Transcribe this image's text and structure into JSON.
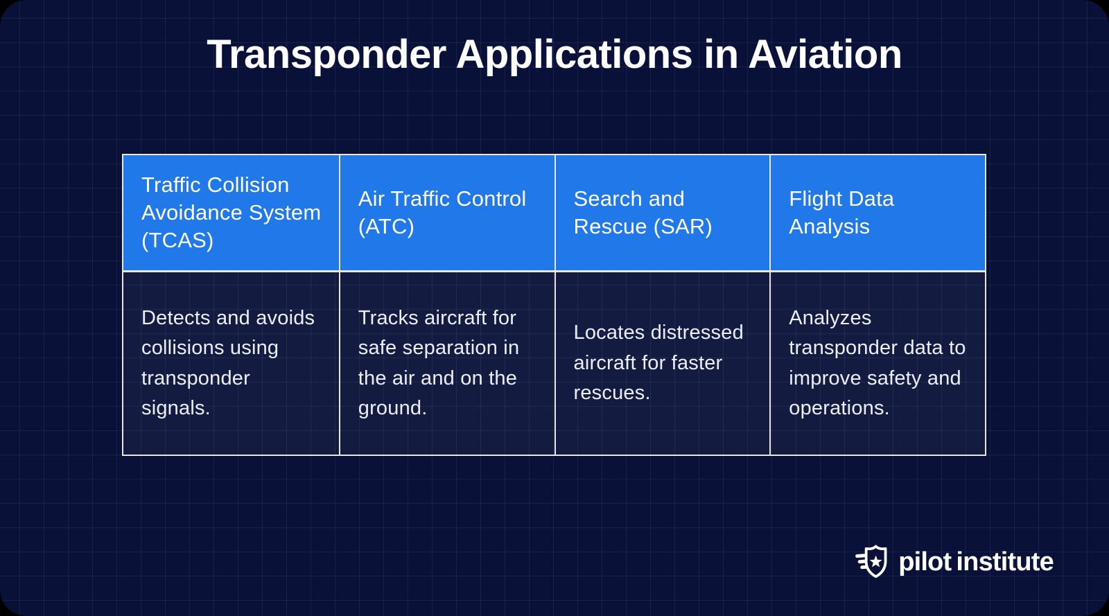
{
  "page": {
    "title": "Transponder Applications in Aviation"
  },
  "table": {
    "columns": [
      {
        "header": "Traffic Collision Avoidance System (TCAS)",
        "body": "Detects and avoids collisions using transponder signals."
      },
      {
        "header": "Air Traffic Control (ATC)",
        "body": "Tracks aircraft for safe separation in the air and on the ground."
      },
      {
        "header": "Search and Rescue (SAR)",
        "body": "Locates distressed aircraft for faster rescues."
      },
      {
        "header": "Flight Data Analysis",
        "body": "Analyzes transponder data to improve safety and operations."
      }
    ]
  },
  "brand": {
    "name_part1": "pilot",
    "name_part2": "institute",
    "logo_icon": "winged-shield-star-icon"
  },
  "colors": {
    "canvas": "#000000",
    "card_background": "#0a1138",
    "grid_line": "rgba(118,138,215,0.13)",
    "header_background": "#2178e8",
    "table_border": "#e9e6da",
    "title_text": "#ffffff",
    "header_text": "#ffffff",
    "body_text": "#edeff6",
    "brand_text": "#ffffff"
  }
}
